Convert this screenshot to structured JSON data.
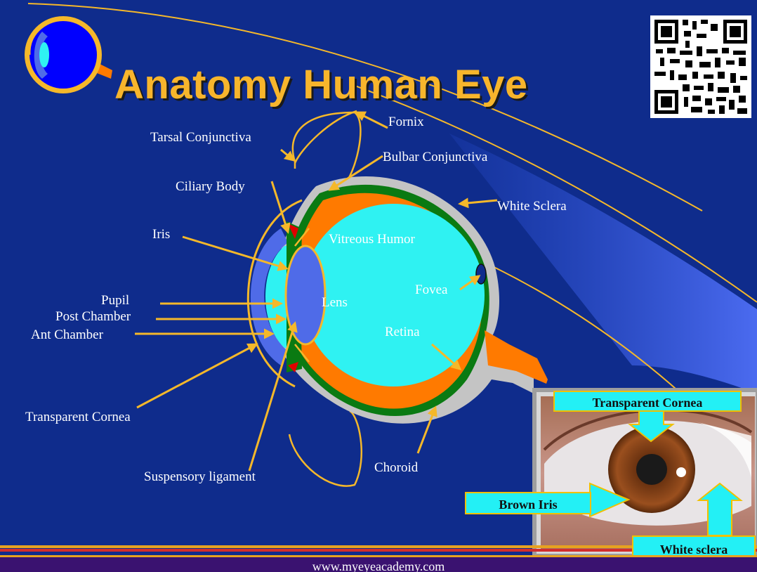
{
  "title": "Anatomy Human Eye",
  "labels": {
    "tarsal_conjunctiva": "Tarsal Conjunctiva",
    "fornix": "Fornix",
    "bulbar_conjunctiva": "Bulbar Conjunctiva",
    "ciliary_body": "Ciliary Body",
    "white_sclera": "White Sclera",
    "iris": "Iris",
    "vitreous_humor": "Vitreous Humor",
    "pupil": "Pupil",
    "post_chamber": "Post Chamber",
    "ant_chamber": "Ant Chamber",
    "lens": "Lens",
    "fovea": "Fovea",
    "retina": "Retina",
    "transparent_cornea": "Transparent Cornea",
    "suspensory_ligament": "Suspensory ligament",
    "choroid": "Choroid"
  },
  "photo_callouts": {
    "transparent_cornea": "Transparent Cornea",
    "brown_iris": "Brown Iris",
    "white_sclera": "White sclera"
  },
  "footer": "www.myeyeacademy.com",
  "colors": {
    "background": "#0f2c8c",
    "title": "#f7b52c",
    "arrow": "#f5b82a",
    "vitreous": "#2ff2f2",
    "lens": "#4f6be8",
    "choroid": "#0a7a12",
    "retina": "#ff7a00",
    "sclera": "#c0c0c0",
    "callout": "#23f0f5",
    "footer_bar": "#3a1270"
  },
  "icons": [
    "eye-logo-icon",
    "qr-code-icon"
  ]
}
